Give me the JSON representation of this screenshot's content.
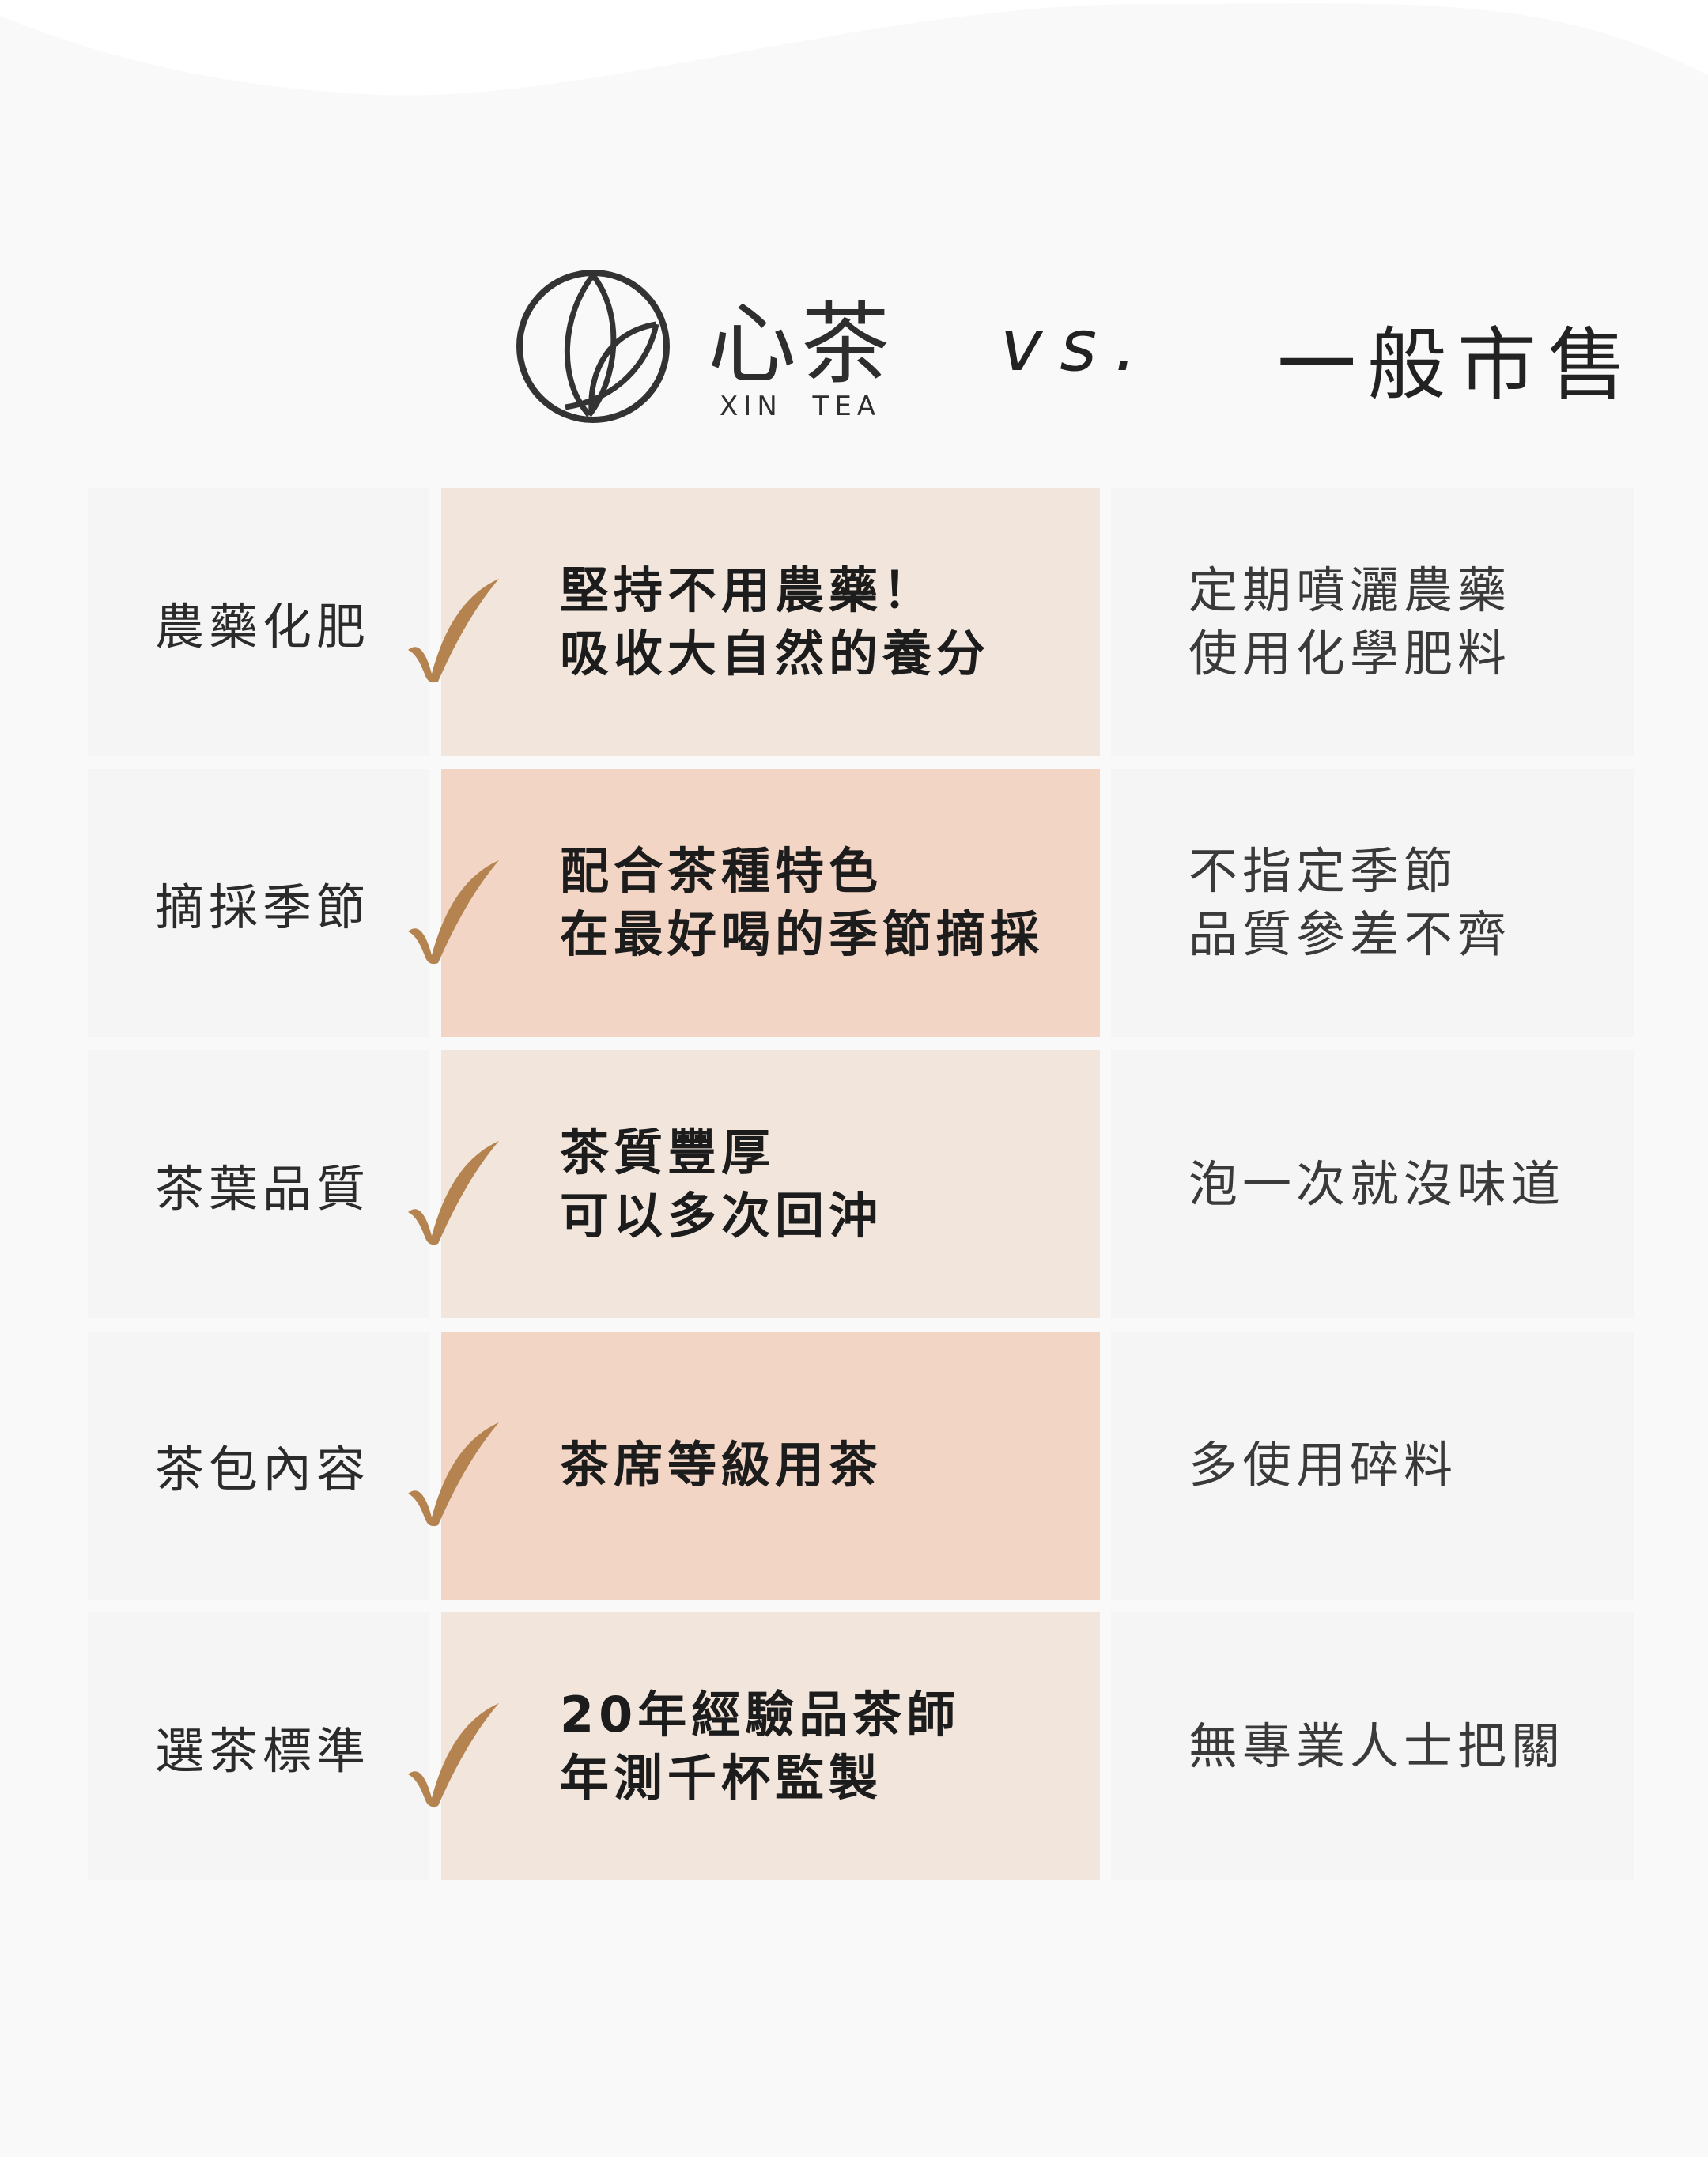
{
  "brand": {
    "name_zh": "心茶",
    "name_en": "XIN TEA"
  },
  "versus": "vs.",
  "competitor": "一般市售",
  "colors": {
    "check": "#b5834f",
    "row_light": "#f2e6dc",
    "row_pink": "#f2d5c5",
    "cell_grey": "#f5f5f5",
    "background": "#f9f9f9"
  },
  "rows": [
    {
      "label": "農藥化肥",
      "ours": "堅持不用農藥！\n吸收大自然的養分",
      "other": "定期噴灑農藥\n使用化學肥料"
    },
    {
      "label": "摘採季節",
      "ours": "配合茶種特色\n在最好喝的季節摘採",
      "other": "不指定季節\n品質參差不齊"
    },
    {
      "label": "茶葉品質",
      "ours": "茶質豐厚\n可以多次回沖",
      "other": "泡一次就沒味道"
    },
    {
      "label": "茶包內容",
      "ours": "茶席等級用茶",
      "other": "多使用碎料"
    },
    {
      "label": "選茶標準",
      "ours": "20年經驗品茶師\n年測千杯監製",
      "other": "無專業人士把關"
    }
  ]
}
